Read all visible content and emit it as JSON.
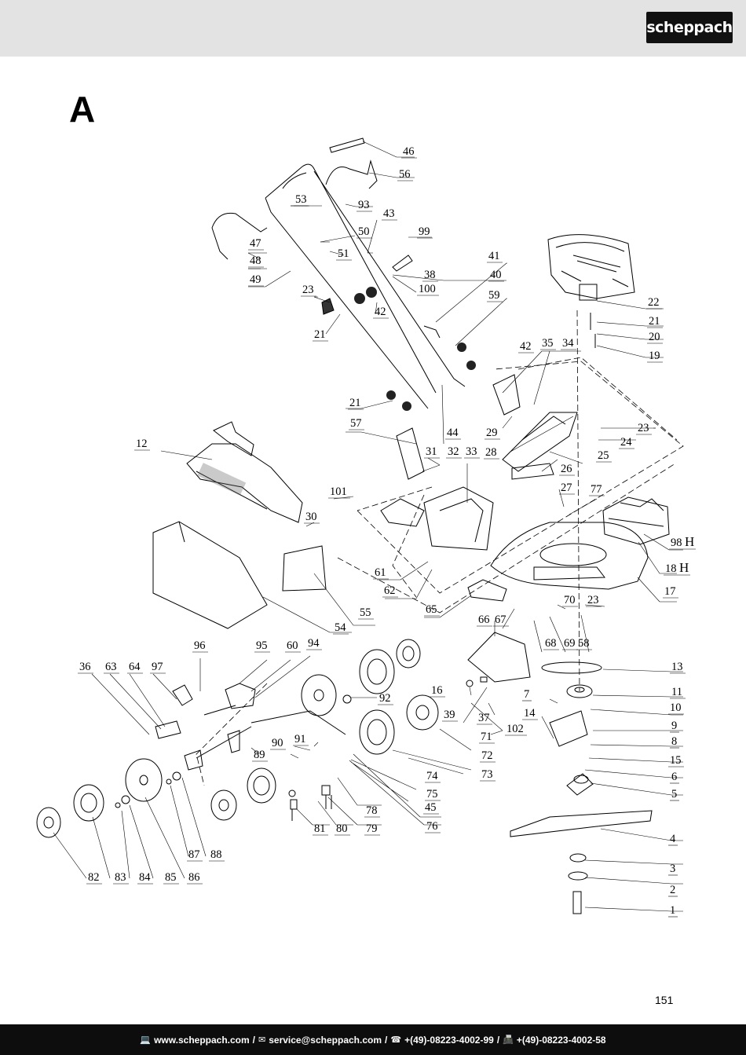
{
  "brand": {
    "logo_text": "scheppach"
  },
  "section": {
    "letter": "A"
  },
  "diagram": {
    "labels": [
      "46",
      "56",
      "53",
      "93",
      "43",
      "50",
      "51",
      "99",
      "47",
      "48",
      "49",
      "41",
      "38",
      "40",
      "100",
      "59",
      "23",
      "21",
      "42",
      "22",
      "21",
      "20",
      "19",
      "42",
      "35",
      "34",
      "21",
      "57",
      "44",
      "29",
      "23",
      "24",
      "31",
      "32",
      "33",
      "28",
      "25",
      "12",
      "26",
      "27",
      "77",
      "101",
      "30",
      "98",
      "18",
      "61",
      "62",
      "17",
      "70",
      "23",
      "65",
      "54",
      "55",
      "66",
      "67",
      "68",
      "69",
      "58",
      "13",
      "96",
      "95",
      "60",
      "94",
      "36",
      "63",
      "64",
      "97",
      "16",
      "7",
      "11",
      "92",
      "39",
      "10",
      "37",
      "14",
      "9",
      "71",
      "102",
      "8",
      "15",
      "6",
      "90",
      "91",
      "72",
      "89",
      "73",
      "74",
      "5",
      "75",
      "45",
      "78",
      "79",
      "80",
      "81",
      "76",
      "4",
      "87",
      "88",
      "3",
      "2",
      "82",
      "83",
      "84",
      "85",
      "86",
      "1"
    ]
  },
  "page_number": "151",
  "footer": {
    "web": "www.scheppach.com",
    "email": "service@scheppach.com",
    "phone": "+(49)-08223-4002-99",
    "fax": "+(49)-08223-4002-58",
    "sep": "/"
  }
}
